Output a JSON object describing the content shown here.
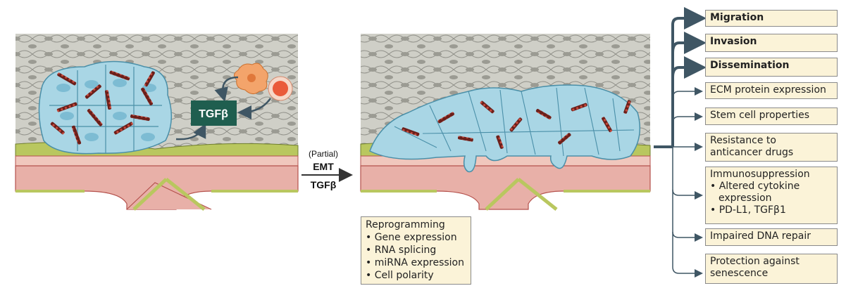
{
  "center": {
    "partial": "(Partial)",
    "emt": "EMT",
    "tgfb": "TGFβ"
  },
  "left_panel": {
    "tgfb_label": "TGFβ"
  },
  "reprogramming": {
    "title": "Reprogramming",
    "items": [
      "• Gene expression",
      "• RNA splicing",
      "• miRNA expression",
      "• Cell polarity"
    ]
  },
  "outcomes": [
    {
      "label": "Migration",
      "bold": true
    },
    {
      "label": "Invasion",
      "bold": true
    },
    {
      "label": "Dissemination",
      "bold": true
    },
    {
      "label": "ECM protein expression",
      "bold": false
    },
    {
      "label": "Stem cell properties",
      "bold": false
    },
    {
      "label": "Resistance to",
      "label2": "anticancer drugs",
      "bold": false
    },
    {
      "label": "Immunosuppression",
      "label2": "• Altered cytokine",
      "label3": "  expression",
      "label4": "• PD-L1, TGFβ1",
      "bold": false
    },
    {
      "label": "Impaired DNA repair",
      "bold": false
    },
    {
      "label": "Protection against",
      "label2": "senescence",
      "bold": false
    }
  ],
  "colors": {
    "epithelium": "#c9c9c0",
    "epithelium_stroke": "#9a9a92",
    "tumor_cell": "#a9d6e5",
    "tumor_stroke": "#4a8fa8",
    "nucleus": "#7dbcd3",
    "vessel": "#e8b0a8",
    "vessel_stroke": "#b5524d",
    "stroma": "#b9c75f",
    "tgfb_box": "#1f5e4f",
    "box_fill": "#fbf3d8",
    "arrow": "#3f5664"
  }
}
